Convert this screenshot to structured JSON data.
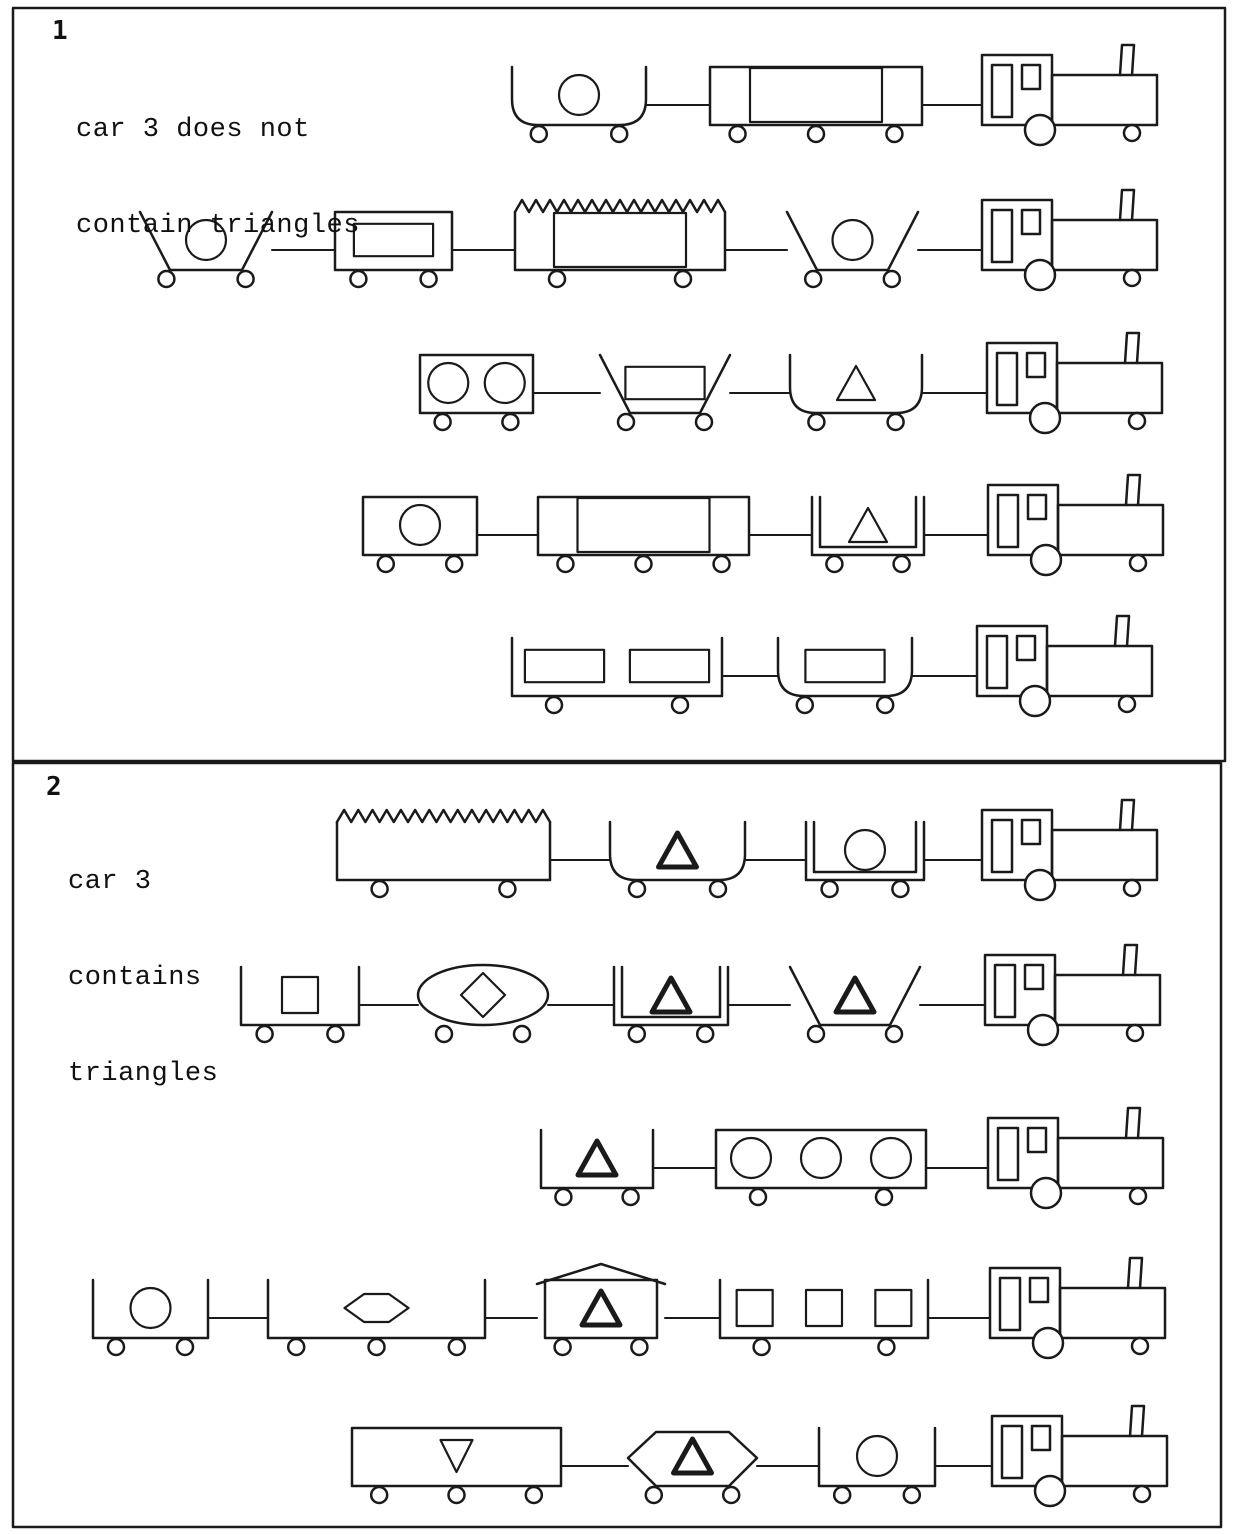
{
  "panels": [
    {
      "number": "1",
      "caption_lines": [
        "car 3 does not",
        "contain triangles"
      ],
      "trains": [
        {
          "cars": [
            {
              "shape": "u-hopper",
              "load": [
                "circle"
              ],
              "wheels": 2
            },
            {
              "shape": "long-box",
              "load": [
                "rectangle"
              ],
              "wheels": 3
            }
          ]
        },
        {
          "cars": [
            {
              "shape": "v-hopper",
              "load": [
                "circle"
              ],
              "wheels": 2
            },
            {
              "shape": "box",
              "load": [
                "rectangle"
              ],
              "wheels": 2
            },
            {
              "shape": "jagged-top-box",
              "load": [
                "rectangle"
              ],
              "wheels": 2
            },
            {
              "shape": "v-hopper",
              "load": [
                "circle"
              ],
              "wheels": 2
            }
          ]
        },
        {
          "cars": [
            {
              "shape": "box",
              "load": [
                "circle",
                "circle"
              ],
              "wheels": 2
            },
            {
              "shape": "v-hopper",
              "load": [
                "rectangle"
              ],
              "wheels": 2
            },
            {
              "shape": "u-hopper",
              "load": [
                "triangle"
              ],
              "wheels": 2
            }
          ]
        },
        {
          "cars": [
            {
              "shape": "box",
              "load": [
                "circle"
              ],
              "wheels": 2
            },
            {
              "shape": "long-box",
              "load": [
                "rectangle"
              ],
              "wheels": 3
            },
            {
              "shape": "double-wall",
              "load": [
                "triangle"
              ],
              "wheels": 2
            }
          ]
        },
        {
          "cars": [
            {
              "shape": "open-box",
              "load": [
                "rectangle",
                "rectangle"
              ],
              "wheels": 2
            },
            {
              "shape": "u-hopper",
              "load": [
                "rectangle"
              ],
              "wheels": 2
            }
          ]
        }
      ]
    },
    {
      "number": "2",
      "caption_lines": [
        "car 3",
        "contains",
        "triangles"
      ],
      "trains": [
        {
          "cars": [
            {
              "shape": "jagged-top-box",
              "load": [],
              "wheels": 2
            },
            {
              "shape": "u-hopper",
              "load": [
                "triangle"
              ],
              "wheels": 2
            },
            {
              "shape": "double-wall",
              "load": [
                "circle"
              ],
              "wheels": 2
            }
          ]
        },
        {
          "cars": [
            {
              "shape": "open-box",
              "load": [
                "square"
              ],
              "wheels": 2
            },
            {
              "shape": "ellipse",
              "load": [
                "diamond"
              ],
              "wheels": 2
            },
            {
              "shape": "double-wall",
              "load": [
                "triangle"
              ],
              "wheels": 2
            },
            {
              "shape": "v-hopper",
              "load": [
                "triangle"
              ],
              "wheels": 2
            }
          ]
        },
        {
          "cars": [
            {
              "shape": "open-box",
              "load": [
                "triangle"
              ],
              "wheels": 2
            },
            {
              "shape": "box",
              "load": [
                "circle",
                "circle",
                "circle"
              ],
              "wheels": 2
            }
          ]
        },
        {
          "cars": [
            {
              "shape": "open-box",
              "load": [
                "circle"
              ],
              "wheels": 2
            },
            {
              "shape": "open-box",
              "load": [
                "hexagon"
              ],
              "wheels": 3
            },
            {
              "shape": "roofed-box",
              "load": [
                "triangle"
              ],
              "wheels": 2
            },
            {
              "shape": "open-box",
              "load": [
                "square",
                "square",
                "square"
              ],
              "wheels": 2
            }
          ]
        },
        {
          "cars": [
            {
              "shape": "long-box",
              "load": [
                "inverted-triangle"
              ],
              "wheels": 3
            },
            {
              "shape": "hexagon",
              "load": [
                "triangle"
              ],
              "wheels": 2
            },
            {
              "shape": "open-box",
              "load": [
                "circle"
              ],
              "wheels": 2
            }
          ]
        }
      ]
    }
  ]
}
